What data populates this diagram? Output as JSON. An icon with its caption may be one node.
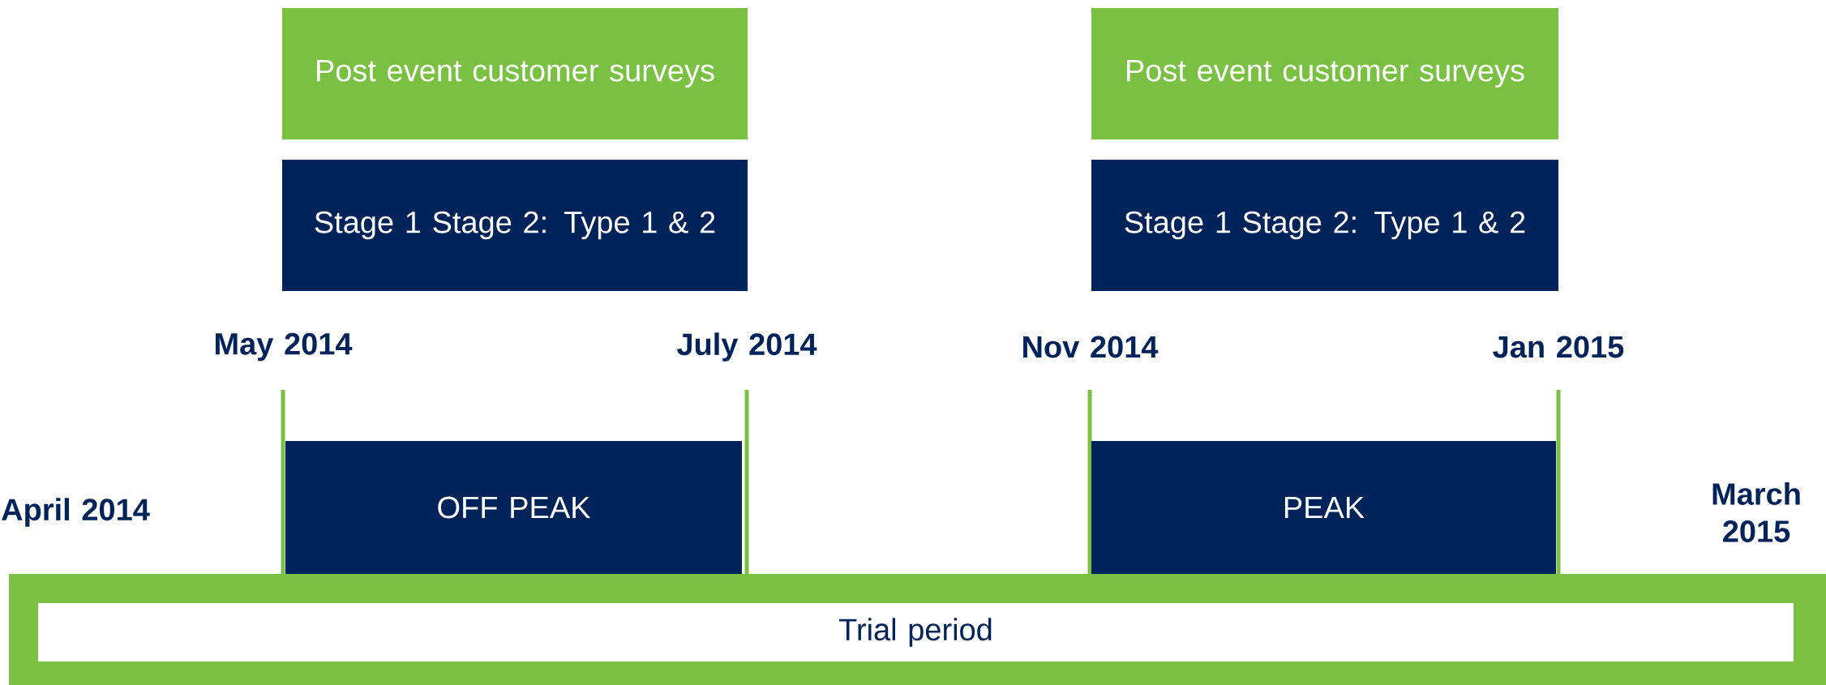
{
  "diagram": {
    "nodes": [
      {
        "text": [
          "Post event customer surveys"
        ]
      },
      {
        "text": [
          "Post event customer surveys"
        ]
      },
      {
        "text": [
          "Stage 1 Stage 2: Type 1 & 2"
        ]
      },
      {
        "text": [
          "Stage 1 Stage 2: Type 1 & 2"
        ]
      },
      {
        "text": [
          "OFF PEAK"
        ]
      },
      {
        "text": [
          "PEAK"
        ]
      },
      {
        "text": [
          "Trial period"
        ]
      }
    ],
    "labels": [
      "May 2014",
      "July 2014",
      "Nov 2014",
      "Jan 2015",
      "April 2014",
      "March 2015"
    ]
  }
}
